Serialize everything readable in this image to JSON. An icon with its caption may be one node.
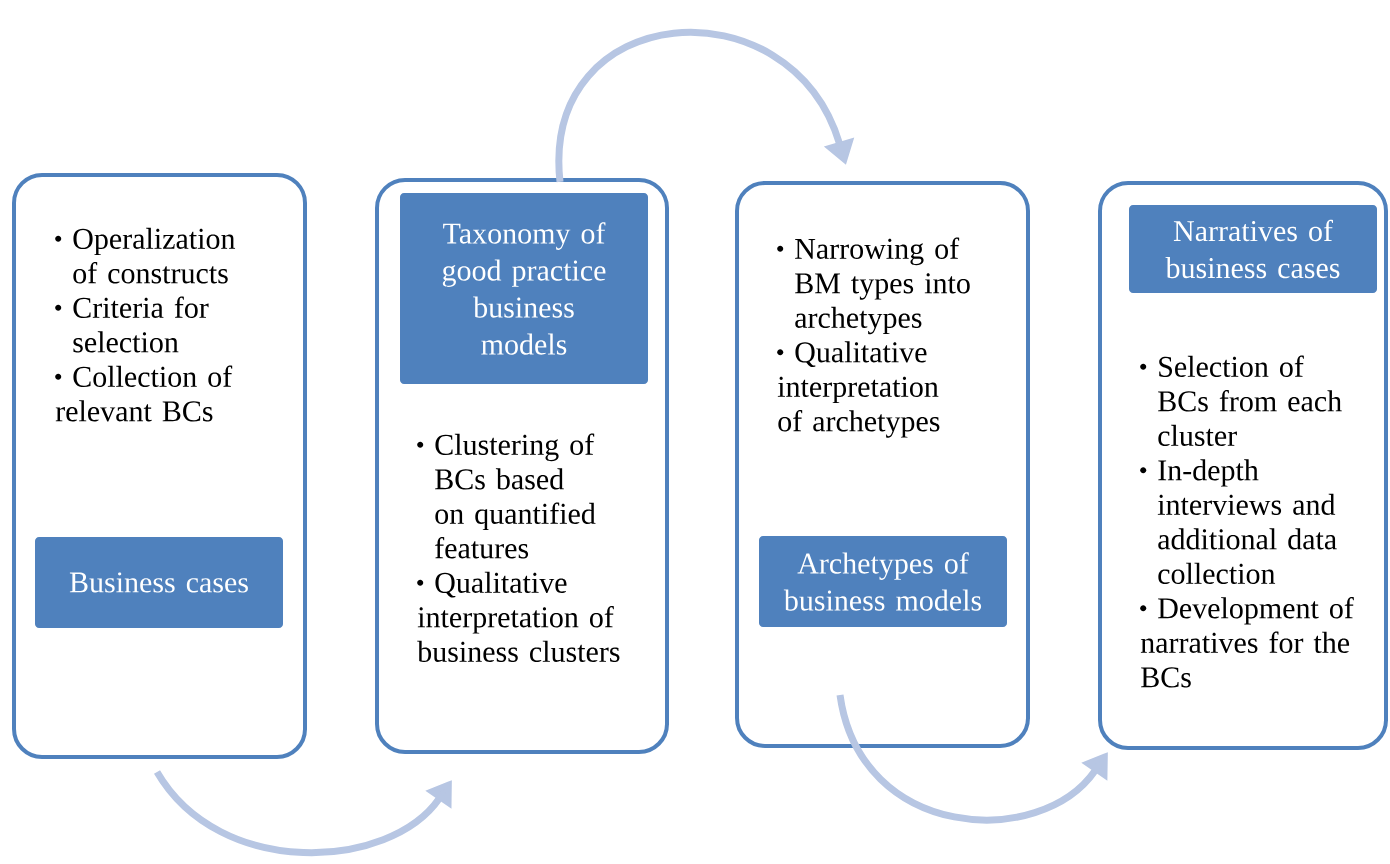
{
  "diagram": {
    "nodes": [
      {
        "text": [
          "Operalization of constructs",
          "Criteria for selection",
          "Collection of relevant BCs"
        ]
      },
      {
        "text": [
          "Business cases"
        ],
        "in": 0
      },
      {
        "text": [
          "Clustering of BCs based on quantified features",
          "Qualitative interpretation of business clusters"
        ]
      },
      {
        "text": [
          "Taxonomy of good practice business models"
        ],
        "in": 2
      },
      {
        "text": [
          "Narrowing of BM types into archetypes",
          "Qualitative interpretation of archetypes"
        ]
      },
      {
        "text": [
          "Archetypes of business models"
        ],
        "in": 4
      },
      {
        "text": [
          "Selection of BCs from each cluster",
          "In-depth interviews and additional data collection",
          "Development of narratives for the BCs"
        ]
      },
      {
        "text": [
          "Narratives of business cases"
        ],
        "in": 6
      }
    ],
    "edges": [
      {
        "from": 0,
        "to": 2,
        "arrow": "to"
      },
      {
        "from": 2,
        "to": 4,
        "arrow": "to"
      },
      {
        "from": 4,
        "to": 6,
        "arrow": "to"
      }
    ]
  }
}
